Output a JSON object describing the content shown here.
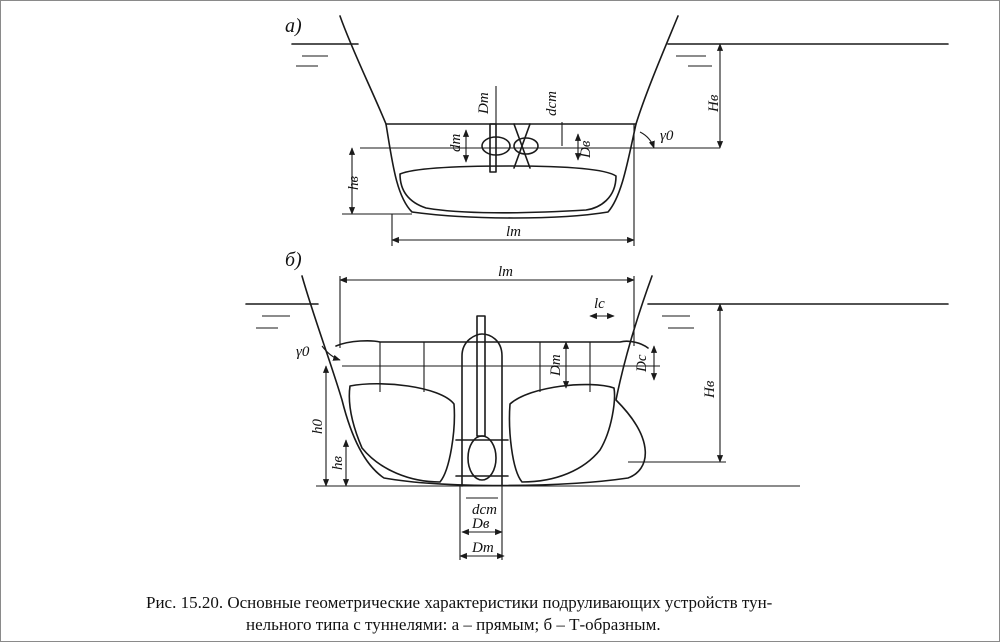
{
  "figure": {
    "label_a": "а)",
    "label_b": "б)",
    "a_labels": {
      "DT": "Dт",
      "dT": "dт",
      "dCT": "dст",
      "DB": "Dв",
      "HB": "Hв",
      "hB": "hв",
      "gamma0": "γ0",
      "lT": "lт"
    },
    "b_labels": {
      "lT": "lт",
      "lc": "lc",
      "gamma0": "γ0",
      "DT_upper": "Dт",
      "Dc": "Dc",
      "HB": "Hв",
      "h0": "h0",
      "hB": "hв",
      "dCT": "dст",
      "DB": "Dв",
      "DT": "Dт"
    }
  },
  "caption": {
    "line1": "Рис. 15.20. Основные геометрические характеристики подруливающих устройств тун-",
    "line2": "нельного типа с туннелями: а – прямым; б – Т-образным."
  }
}
